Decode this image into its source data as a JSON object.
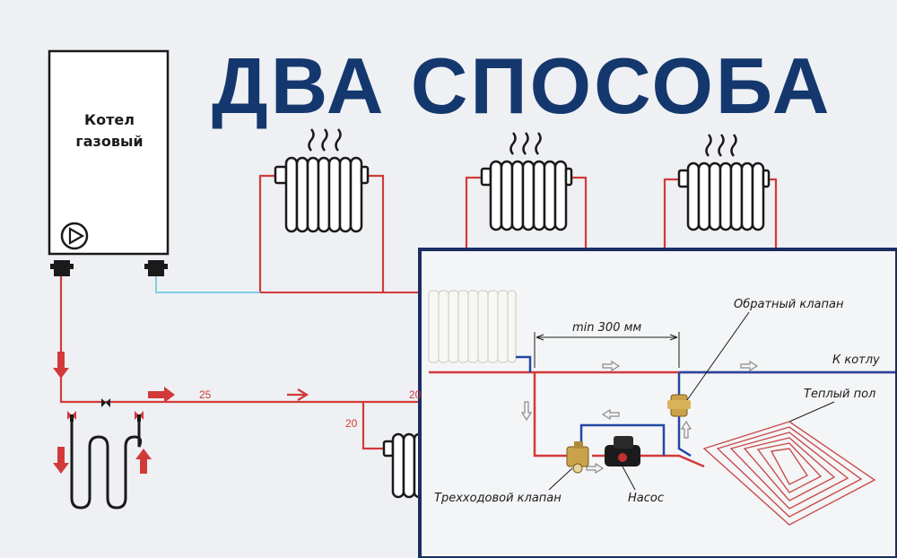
{
  "title": "ДВА СПОСОБА",
  "boiler": {
    "line1": "Котел",
    "line2": "газовый"
  },
  "pipe_numbers": [
    "25",
    "20",
    "20"
  ],
  "inset": {
    "distance_label": "min 300 мм",
    "check_valve_label": "Обратный клапан",
    "to_boiler_label": "К котлу",
    "warm_floor_label": "Теплый пол",
    "three_way_valve_label": "Трехходовой клапан",
    "pump_label": "Насос"
  },
  "colors": {
    "title": "#14386e",
    "supply": "#d23a3a",
    "return": "#2447a5",
    "return_light": "#7ed0e6",
    "inset_border": "#1b2d63"
  }
}
